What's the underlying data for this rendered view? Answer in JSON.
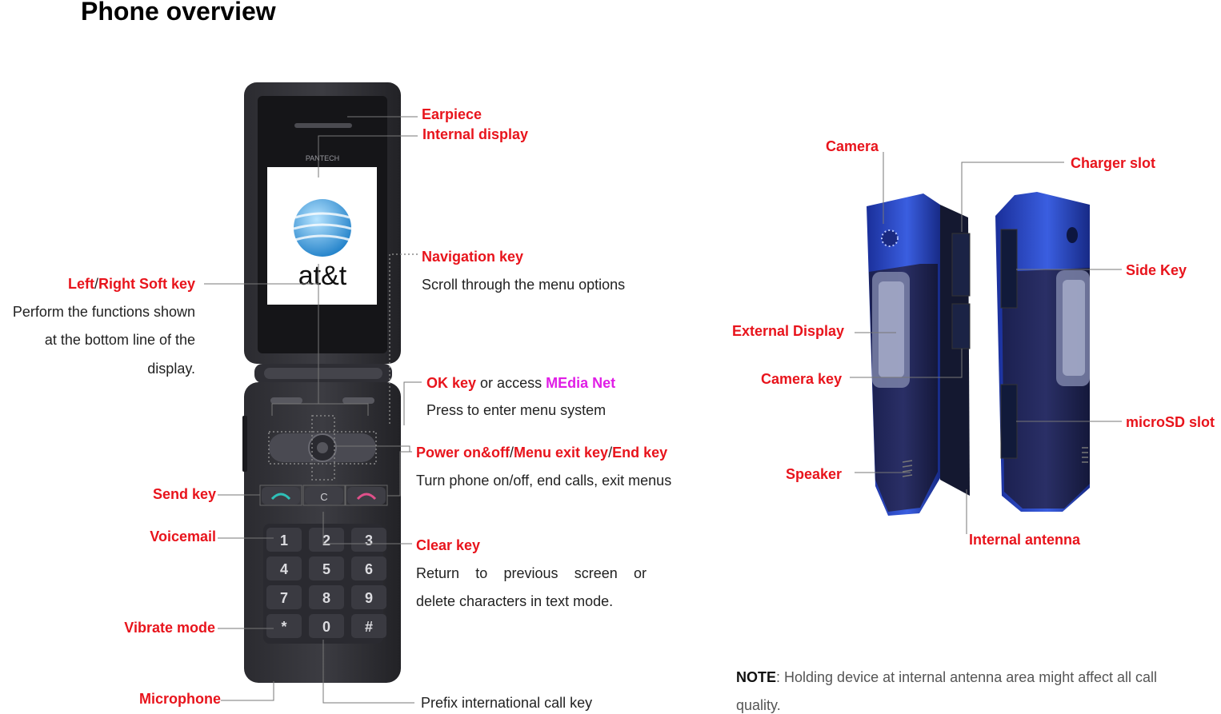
{
  "title": "Phone overview",
  "labels": {
    "earpiece": "Earpiece",
    "internal_display": "Internal display",
    "navigation_key": "Navigation key",
    "navigation_desc": "Scroll through the menu options",
    "soft_key_left": "Left",
    "soft_key_sep": "/",
    "soft_key_rest": "Right Soft key",
    "soft_key_desc_1": "Perform the functions shown",
    "soft_key_desc_2": "at the bottom line of the",
    "soft_key_desc_3": "display.",
    "ok_key": "OK key",
    "ok_key_mid": " or access ",
    "ok_key_media": "MEdia Net",
    "ok_key_desc": "Press to enter menu system",
    "power_key_a": "Power on&off",
    "power_key_sep1": "/",
    "power_key_b": "Menu exit key",
    "power_key_sep2": "/",
    "power_key_c": "End key",
    "power_desc": "Turn phone on/off, end calls, exit menus",
    "send_key": "Send key",
    "voicemail": "Voicemail",
    "clear_key": "Clear key",
    "clear_desc_1": "Return to previous screen or",
    "clear_desc_2": "delete characters in text mode.",
    "vibrate_mode": "Vibrate mode",
    "microphone": "Microphone",
    "prefix_intl": "Prefix international call key",
    "camera": "Camera",
    "charger_slot": "Charger slot",
    "side_key": "Side Key",
    "external_display": "External Display",
    "camera_key": "Camera key",
    "microsd_slot": "microSD slot",
    "speaker": "Speaker",
    "internal_antenna": "Internal antenna"
  },
  "note": {
    "label": "NOTE",
    "text_1": ": Holding device at internal antenna area might affect all call",
    "text_2": "quality."
  },
  "screen_logo": {
    "brand_top": "PANTECH",
    "brand": "at&t"
  },
  "keypad": [
    "1",
    "2",
    "3",
    "4",
    "5",
    "6",
    "7",
    "8",
    "9",
    "*",
    "0",
    "#"
  ],
  "colors": {
    "label_red": "#e8141c",
    "media_magenta": "#e01ee6",
    "phone_body": "#1e1e22",
    "side_blue": "#2a44b8"
  }
}
